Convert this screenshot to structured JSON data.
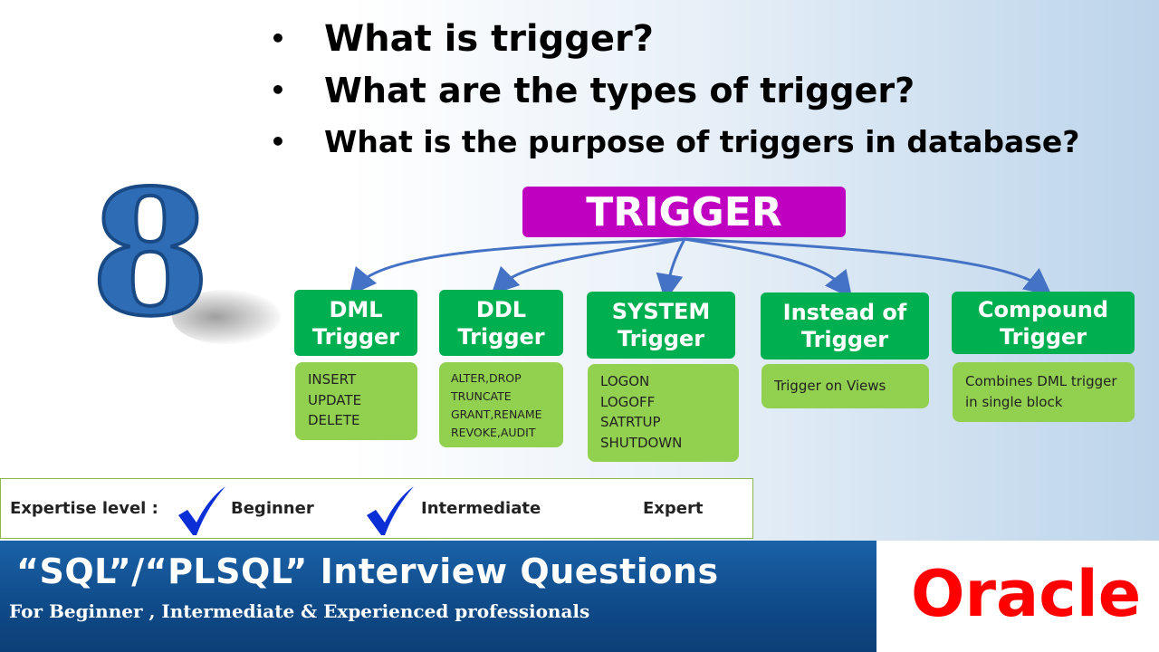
{
  "questions": [
    {
      "bullet": "•",
      "text": "What is trigger?"
    },
    {
      "bullet": "•",
      "text": "What are the types of trigger?"
    },
    {
      "bullet": "•",
      "text": "What is the purpose of triggers in database?"
    }
  ],
  "episode_number": "8",
  "root": {
    "label": "TRIGGER",
    "color": "#c000c0"
  },
  "types": [
    {
      "line1": "DML",
      "line2": "Trigger",
      "items": [
        "INSERT",
        "UPDATE",
        "DELETE"
      ]
    },
    {
      "line1": "DDL",
      "line2": "Trigger",
      "items": [
        "ALTER,DROP",
        "TRUNCATE",
        "GRANT,RENAME",
        "REVOKE,AUDIT"
      ]
    },
    {
      "line1": "SYSTEM",
      "line2": "Trigger",
      "items": [
        "LOGON",
        "LOGOFF",
        "SATRTUP",
        "SHUTDOWN"
      ]
    },
    {
      "line1": "Instead of",
      "line2": "Trigger",
      "items": [
        "Trigger on Views"
      ]
    },
    {
      "line1": "Compound",
      "line2": "Trigger",
      "items": [
        "Combines DML trigger",
        "in single block"
      ]
    }
  ],
  "colors": {
    "type_box": "#00b050",
    "desc_box": "#92d050",
    "arrow": "#4472c4",
    "check": "#0b2fd6"
  },
  "expertise": {
    "label": "Expertise level :",
    "levels": [
      {
        "name": "Beginner",
        "checked": true
      },
      {
        "name": "Intermediate",
        "checked": true
      },
      {
        "name": "Expert",
        "checked": false
      }
    ]
  },
  "footer": {
    "title": "“SQL”/“PLSQL” Interview Questions",
    "subtitle": "For Beginner , Intermediate & Experienced professionals",
    "brand": "Oracle"
  }
}
